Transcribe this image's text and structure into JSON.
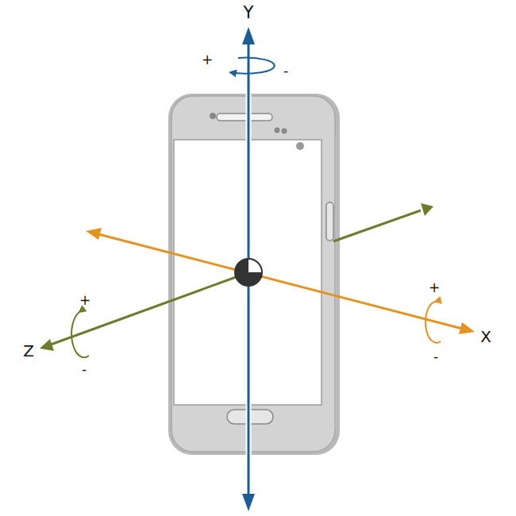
{
  "diagram": {
    "labels": [
      "Y",
      "+",
      "-",
      "+",
      "Z",
      "-",
      "+",
      "X",
      "-"
    ]
  }
}
